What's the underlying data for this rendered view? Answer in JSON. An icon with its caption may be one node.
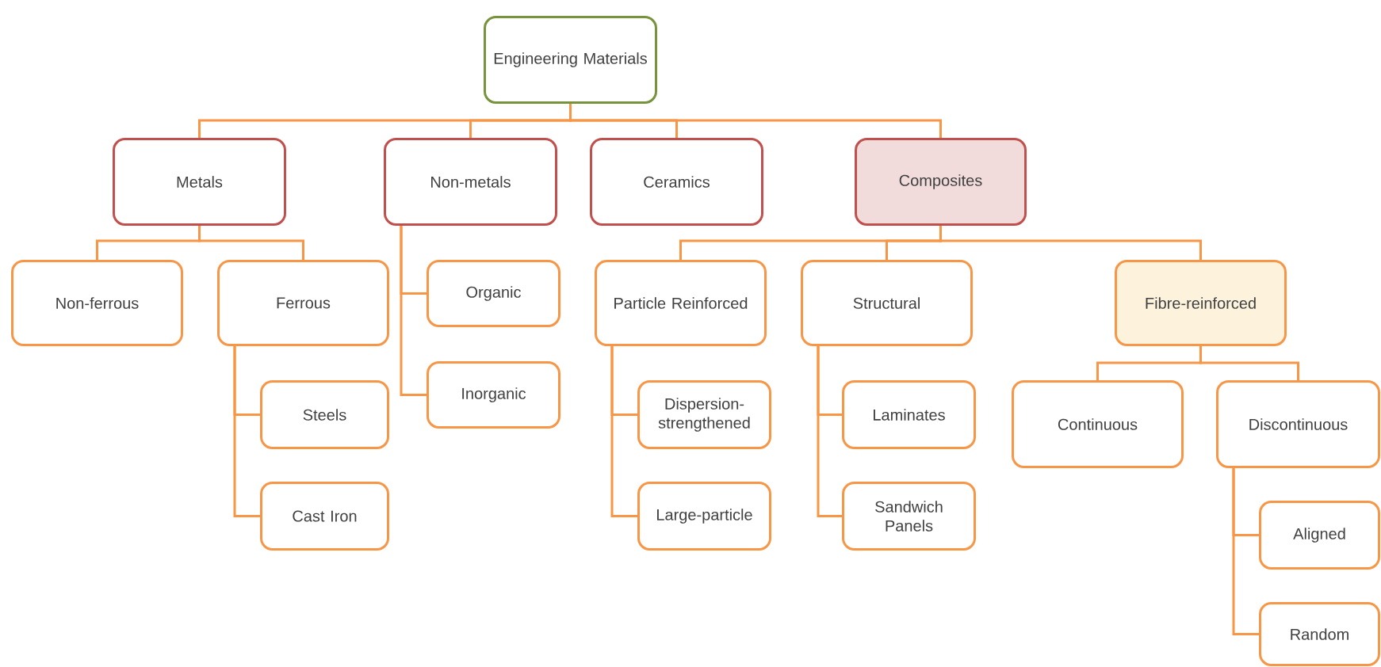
{
  "diagram": {
    "nodes": [
      {
        "text": [
          "Engineering Materials"
        ]
      },
      {
        "text": [
          "Metals"
        ]
      },
      {
        "text": [
          "Non-metals"
        ]
      },
      {
        "text": [
          "Ceramics"
        ]
      },
      {
        "text": [
          "Composites"
        ]
      },
      {
        "text": [
          "Non-ferrous"
        ]
      },
      {
        "text": [
          "Ferrous"
        ]
      },
      {
        "text": [
          "Steels"
        ]
      },
      {
        "text": [
          "Cast Iron"
        ]
      },
      {
        "text": [
          "Organic"
        ]
      },
      {
        "text": [
          "Inorganic"
        ]
      },
      {
        "text": [
          "Particle Reinforced"
        ]
      },
      {
        "text": [
          "Dispersion-strengthened"
        ]
      },
      {
        "text": [
          "Large-particle"
        ]
      },
      {
        "text": [
          "Structural"
        ]
      },
      {
        "text": [
          "Laminates"
        ]
      },
      {
        "text": [
          "Sandwich Panels"
        ]
      },
      {
        "text": [
          "Fibre-reinforced"
        ]
      },
      {
        "text": [
          "Continuous"
        ]
      },
      {
        "text": [
          "Discontinuous"
        ]
      },
      {
        "text": [
          "Aligned"
        ]
      },
      {
        "text": [
          "Random"
        ]
      }
    ],
    "edges": [
      {
        "from": 0,
        "to": 1,
        "arrow": "none"
      },
      {
        "from": 0,
        "to": 2,
        "arrow": "none"
      },
      {
        "from": 0,
        "to": 3,
        "arrow": "none"
      },
      {
        "from": 0,
        "to": 4,
        "arrow": "none"
      },
      {
        "from": 1,
        "to": 5,
        "arrow": "none"
      },
      {
        "from": 1,
        "to": 6,
        "arrow": "none"
      },
      {
        "from": 6,
        "to": 7,
        "arrow": "none"
      },
      {
        "from": 6,
        "to": 8,
        "arrow": "none"
      },
      {
        "from": 2,
        "to": 9,
        "arrow": "none"
      },
      {
        "from": 2,
        "to": 10,
        "arrow": "none"
      },
      {
        "from": 4,
        "to": 11,
        "arrow": "none"
      },
      {
        "from": 4,
        "to": 14,
        "arrow": "none"
      },
      {
        "from": 4,
        "to": 17,
        "arrow": "none"
      },
      {
        "from": 11,
        "to": 12,
        "arrow": "none"
      },
      {
        "from": 11,
        "to": 13,
        "arrow": "none"
      },
      {
        "from": 14,
        "to": 15,
        "arrow": "none"
      },
      {
        "from": 14,
        "to": 16,
        "arrow": "none"
      },
      {
        "from": 17,
        "to": 18,
        "arrow": "none"
      },
      {
        "from": 17,
        "to": 19,
        "arrow": "none"
      },
      {
        "from": 19,
        "to": 20,
        "arrow": "none"
      },
      {
        "from": 19,
        "to": 21,
        "arrow": "none"
      }
    ]
  }
}
